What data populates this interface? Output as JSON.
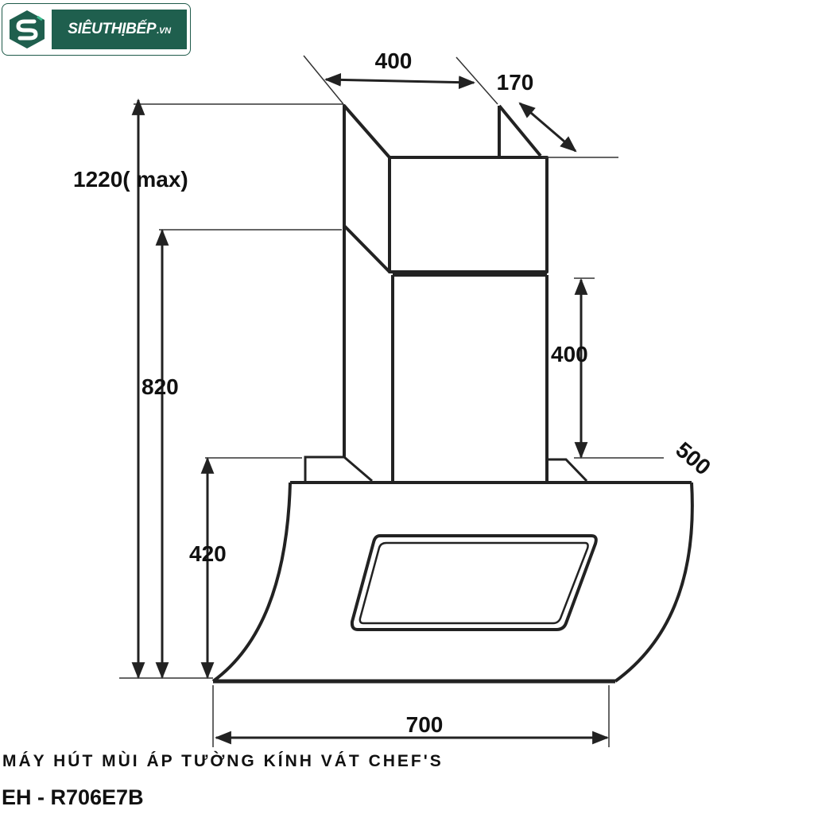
{
  "logo": {
    "brand": "SIÊUTHỊBẾP",
    "suffix": ".VN",
    "icon": "siêu-thị-bếp-logo-icon",
    "colors": {
      "primary": "#1f5f4e",
      "accent": "#3dbb8f"
    }
  },
  "dimensions": {
    "top_width": "400",
    "top_depth": "170",
    "max_height": "1220( max)",
    "min_height": "820",
    "chimney_segment": "400",
    "hood_depth": "500",
    "hood_height": "420",
    "hood_width": "700"
  },
  "caption": {
    "product_name": "MÁY HÚT MÙI ÁP TƯỜNG KÍNH VÁT CHEF'S",
    "model": "EH - R706E7B"
  }
}
